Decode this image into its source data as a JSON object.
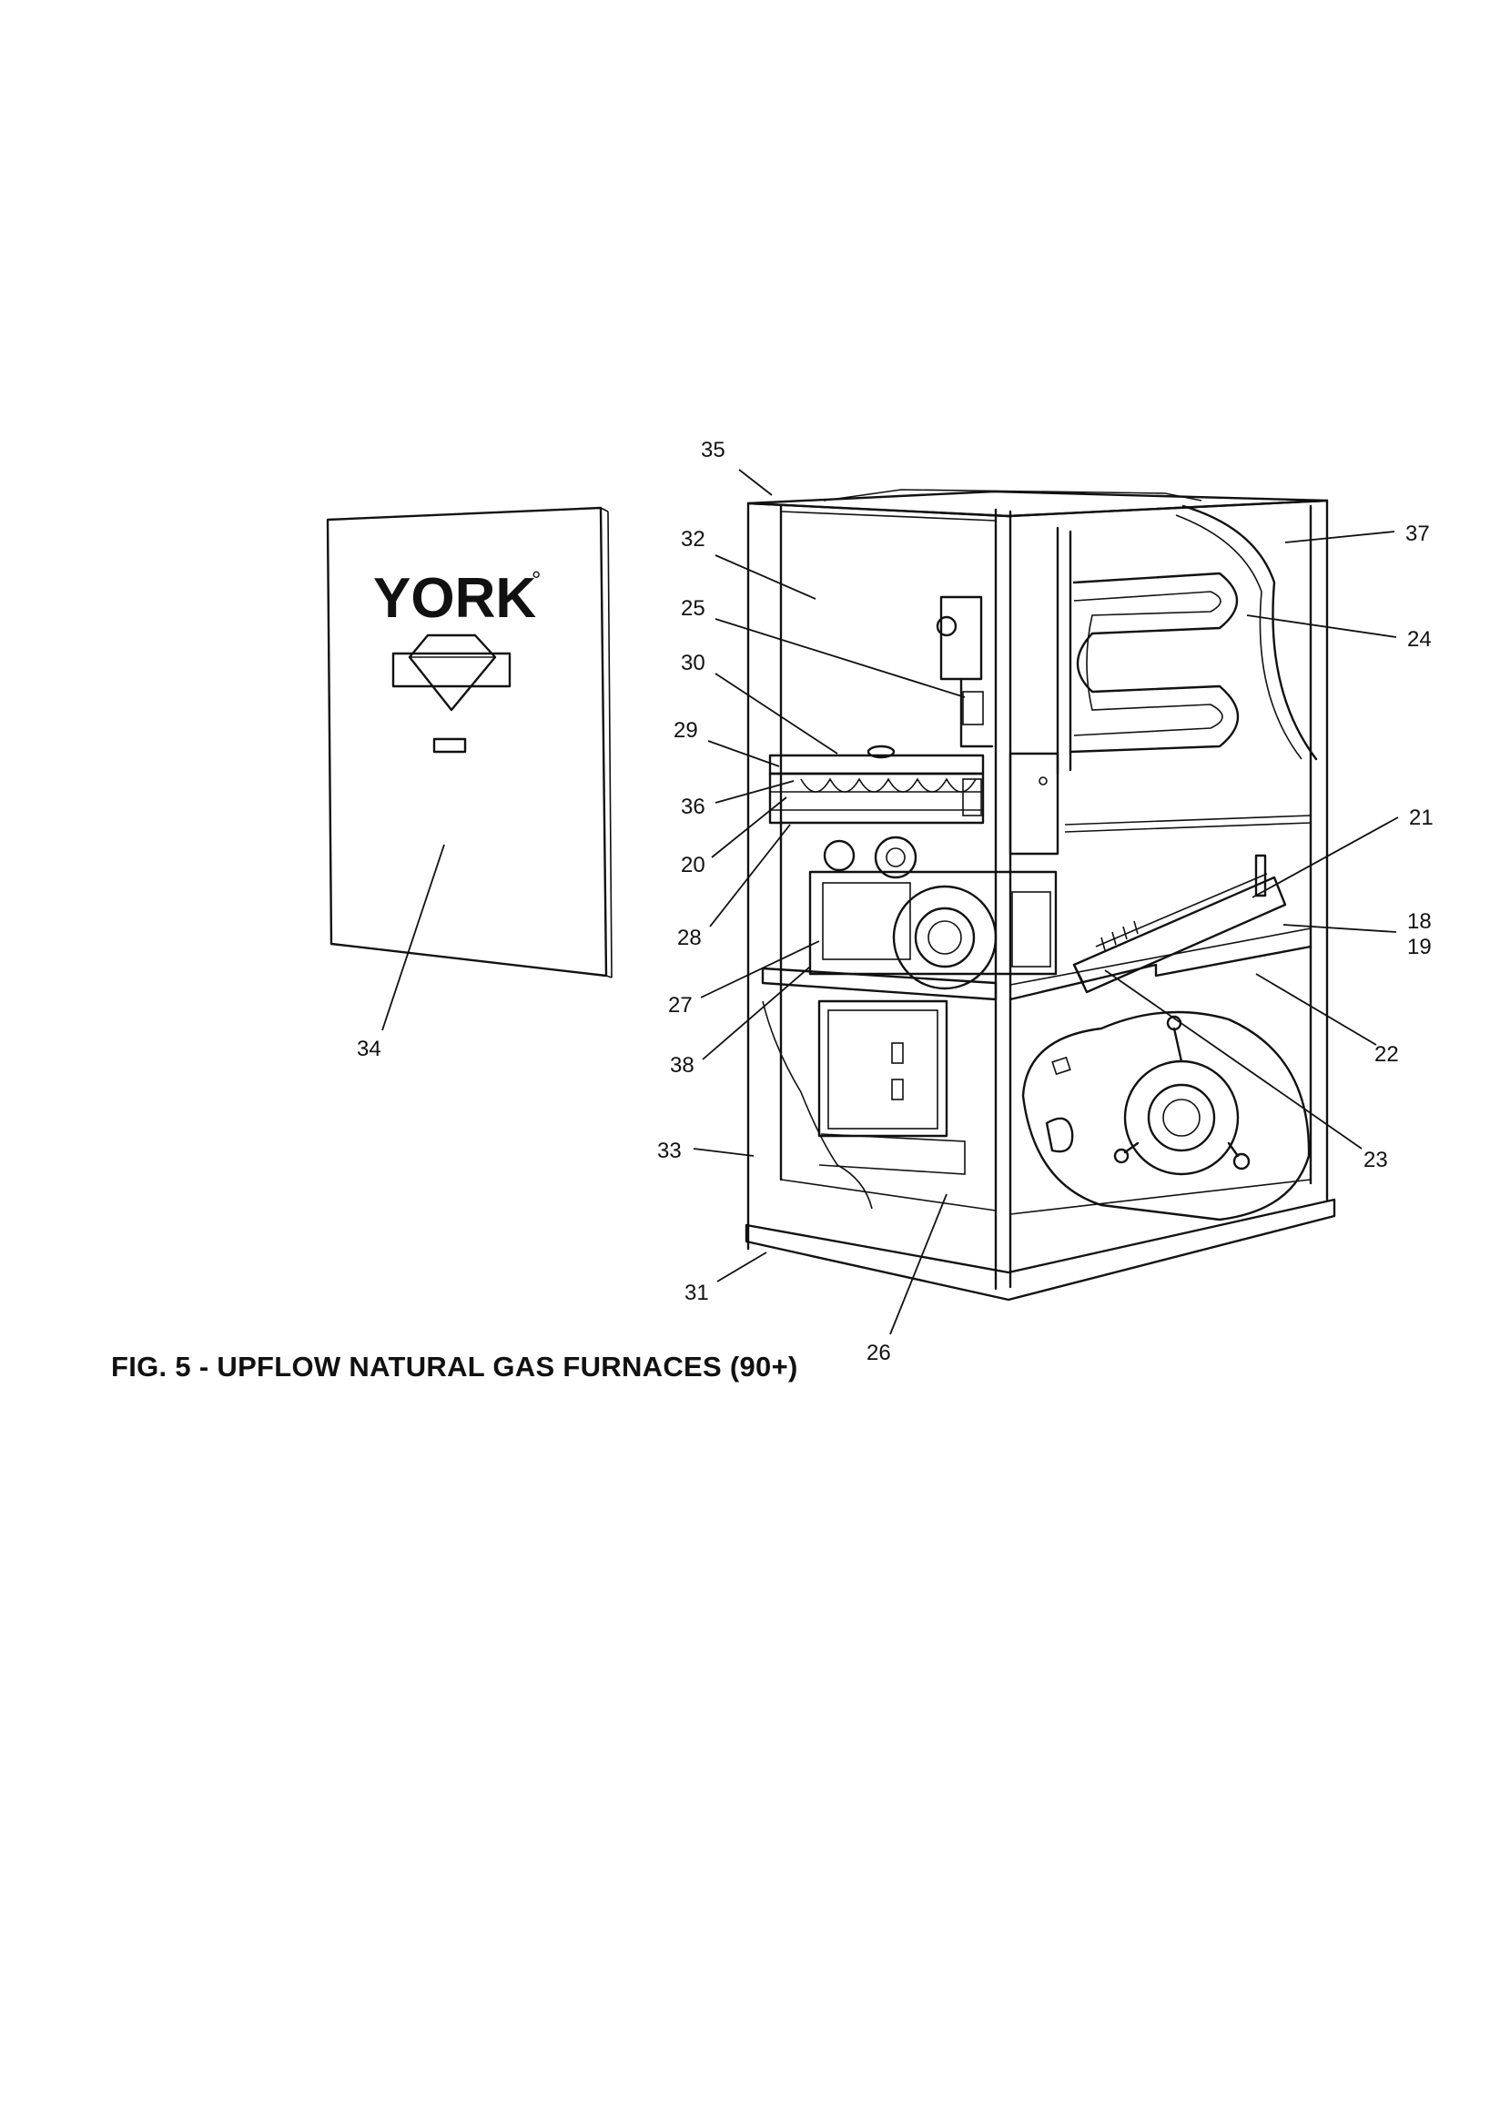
{
  "figure": {
    "caption": "FIG. 5 - UPFLOW NATURAL GAS FURNACES (90+)",
    "brand_logo_text": "YORK",
    "brand_logo_mark": "°"
  },
  "callouts": [
    {
      "id": "35",
      "label": "35"
    },
    {
      "id": "32",
      "label": "32"
    },
    {
      "id": "37",
      "label": "37"
    },
    {
      "id": "25",
      "label": "25"
    },
    {
      "id": "24",
      "label": "24"
    },
    {
      "id": "30",
      "label": "30"
    },
    {
      "id": "29",
      "label": "29"
    },
    {
      "id": "36",
      "label": "36"
    },
    {
      "id": "21",
      "label": "21"
    },
    {
      "id": "20",
      "label": "20"
    },
    {
      "id": "18",
      "label": "18"
    },
    {
      "id": "19",
      "label": "19"
    },
    {
      "id": "28",
      "label": "28"
    },
    {
      "id": "27",
      "label": "27"
    },
    {
      "id": "22",
      "label": "22"
    },
    {
      "id": "34",
      "label": "34"
    },
    {
      "id": "38",
      "label": "38"
    },
    {
      "id": "33",
      "label": "33"
    },
    {
      "id": "23",
      "label": "23"
    },
    {
      "id": "31",
      "label": "31"
    },
    {
      "id": "26",
      "label": "26"
    }
  ]
}
